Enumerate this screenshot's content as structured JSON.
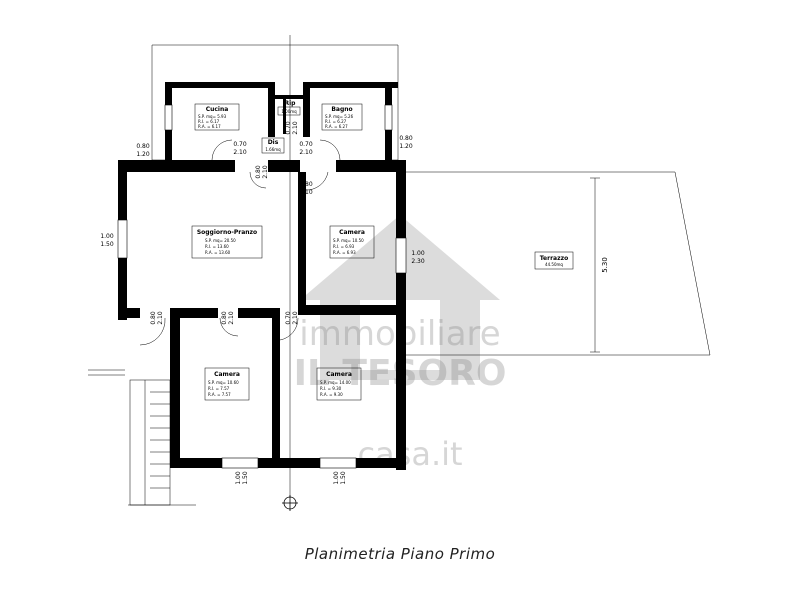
{
  "caption": "Planimetria Piano Primo",
  "watermark": {
    "line1": "immobiliare",
    "line2": "IL TESORO",
    "line3": "casa.it"
  },
  "rooms": {
    "cucina": {
      "name": "Cucina",
      "sp": "S.P. mq= 5.93",
      "rl": "R.I. = 6.17",
      "ra": "R.A. = 6.17"
    },
    "rip": {
      "name": "Rip",
      "area": "1.00mq"
    },
    "bagno": {
      "name": "Bagno",
      "sp": "S.P. mq= 5.26",
      "rl": "R.I. = 6.27",
      "ra": "R.A. = 6.27"
    },
    "dis": {
      "name": "Dis",
      "area": "1.66mq"
    },
    "soggiorno": {
      "name": "Soggiorno-Pranzo",
      "sp": "S.P. mq= 20.50",
      "rl": "R.I. = 13.60",
      "ra": "R.A. = 13.60"
    },
    "camera1": {
      "name": "Camera",
      "sp": "S.P. mq= 10.50",
      "rl": "R.I. = 6.93",
      "ra": "R.A. = 6.93"
    },
    "terrazzo": {
      "name": "Terrazzo",
      "area": "44.50mq"
    },
    "camera2": {
      "name": "Camera",
      "sp": "S.P. mq= 10.60",
      "rl": "R.I. = 7.57",
      "ra": "R.A. = 7.57"
    },
    "camera3": {
      "name": "Camera",
      "sp": "S.P. mq= 14.00",
      "rl": "R.I. = 9.30",
      "ra": "R.A. = 9.30"
    }
  },
  "dims": {
    "win_cucina": {
      "w": "0.80",
      "h": "1.20"
    },
    "win_bagno": {
      "w": "0.80",
      "h": "1.20"
    },
    "door_cucina": {
      "w": "0.70",
      "h": "2.10"
    },
    "door_bagno": {
      "w": "0.70",
      "h": "2.10"
    },
    "door_rip": {
      "w": "0.70",
      "h": "2.10"
    },
    "door_soggiorno": {
      "w": "0.80",
      "h": "2.10"
    },
    "door_camera1": {
      "w": "0.80",
      "h": "2.10"
    },
    "win_soggiorno": {
      "w": "1.00",
      "h": "1.50"
    },
    "win_camera1": {
      "w": "1.00",
      "h": "2.30"
    },
    "door_ext": {
      "w": "0.80",
      "h": "2.10"
    },
    "door_camera2": {
      "w": "0.80",
      "h": "2.10"
    },
    "door_camera3": {
      "w": "0.70",
      "h": "2.10"
    },
    "win_camera2": {
      "w": "1.00",
      "h": "1.50"
    },
    "win_camera3": {
      "w": "1.00",
      "h": "1.50"
    },
    "terrazzo_depth": "5.30"
  }
}
